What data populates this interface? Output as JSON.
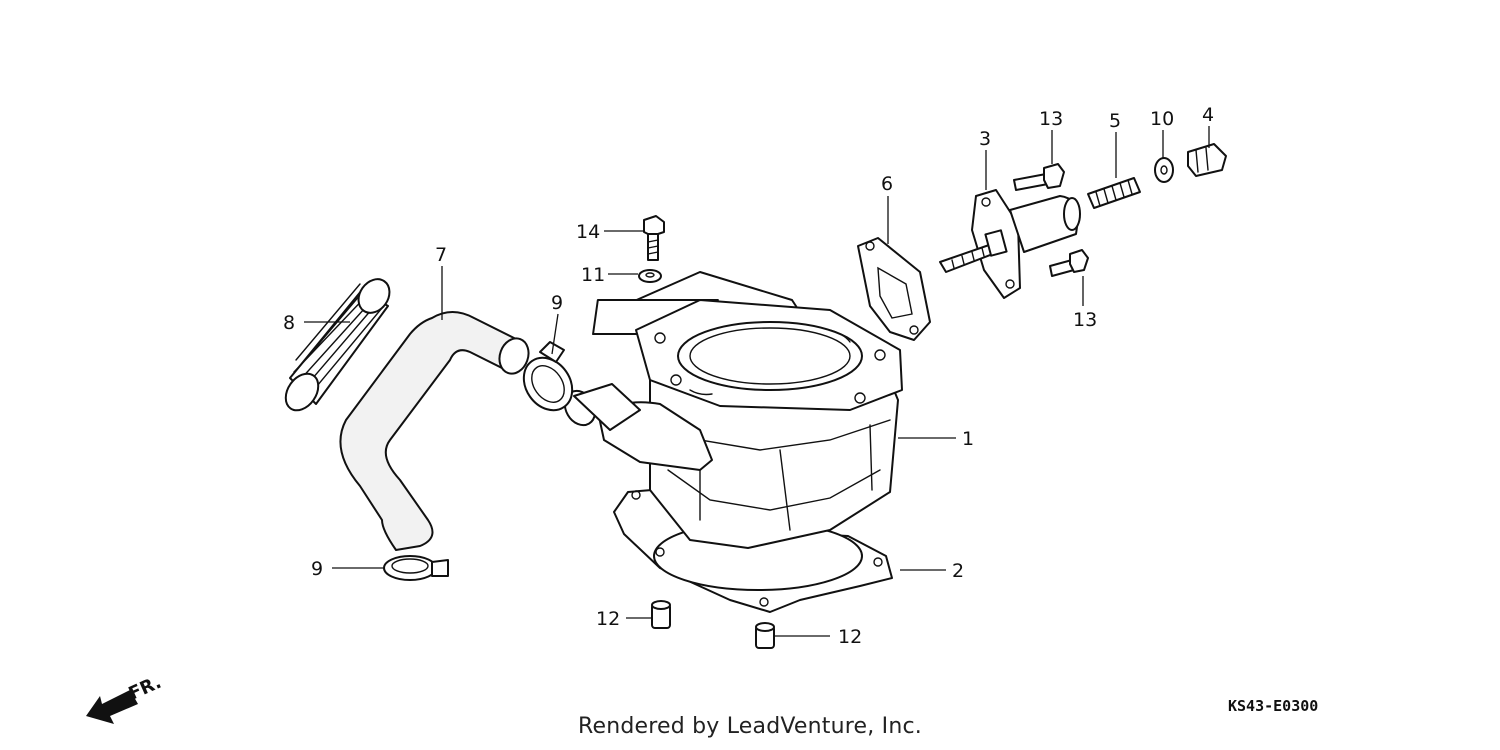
{
  "callouts": {
    "c1": "1",
    "c2": "2",
    "c3": "3",
    "c4": "4",
    "c5": "5",
    "c6": "6",
    "c7": "7",
    "c8": "8",
    "c9_top": "9",
    "c9_bottom": "9",
    "c10": "10",
    "c11": "11",
    "c12_left": "12",
    "c12_right": "12",
    "c13_top": "13",
    "c13_bottom": "13",
    "c14": "14"
  },
  "direction_label": "FR.",
  "diagram_code": "KS43-E0300",
  "footer": "Rendered by LeadVenture, Inc."
}
